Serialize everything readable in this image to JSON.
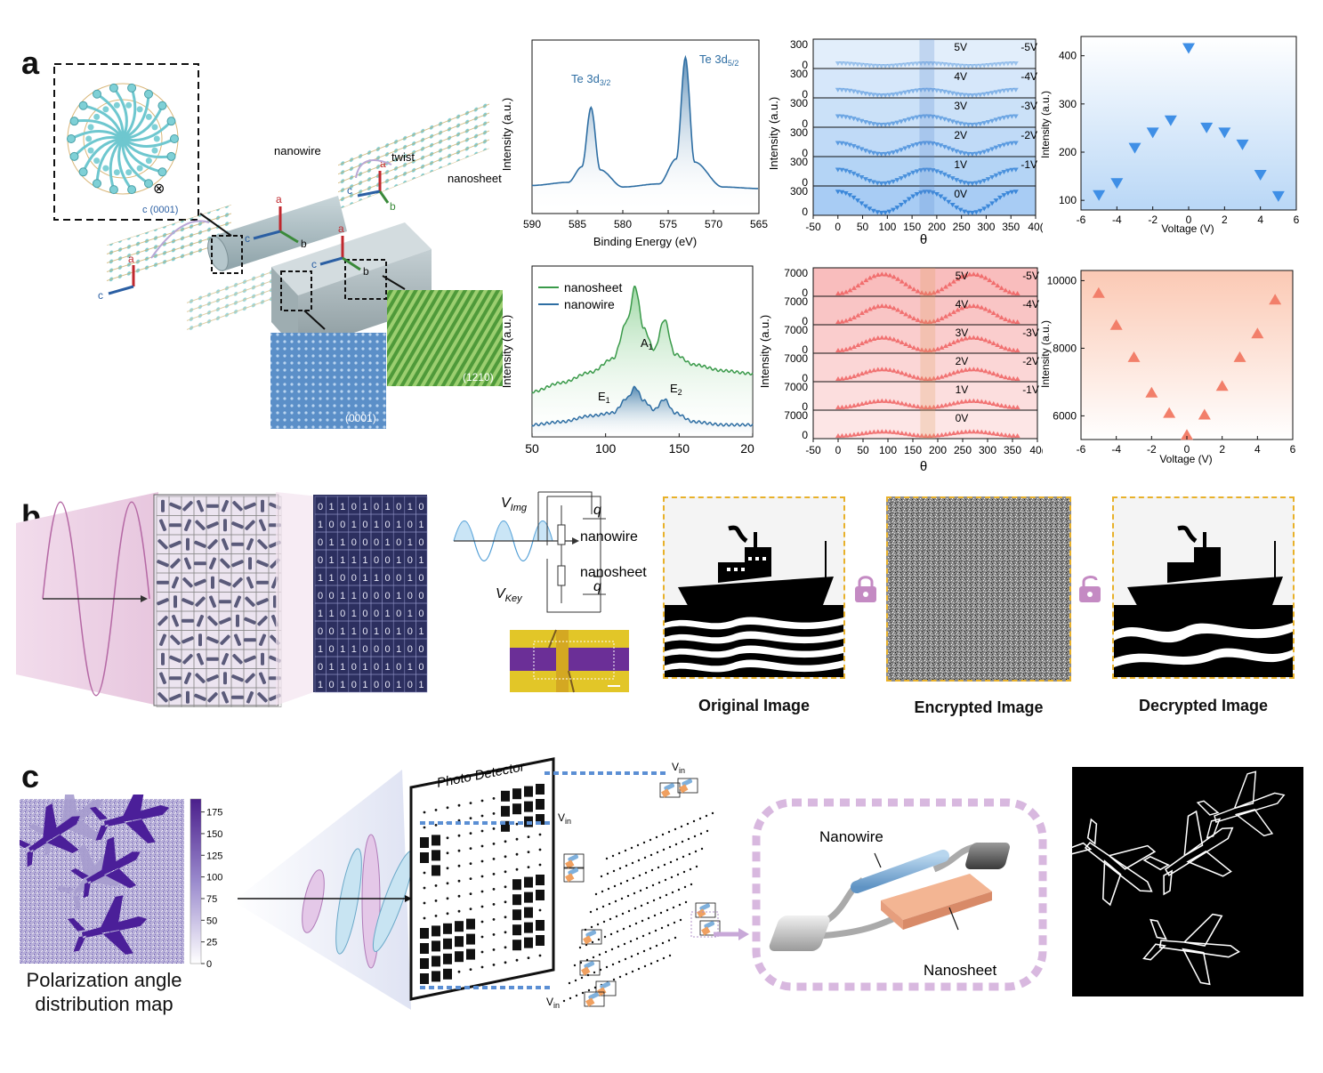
{
  "panels": {
    "a": "a",
    "b": "b",
    "c": "c"
  },
  "panel_a": {
    "labels": {
      "nanowire": "nanowire",
      "twist": "twist",
      "nanosheet": "nanosheet",
      "c0001": "c (0001)",
      "facet_0001": "(0001)",
      "facet_1210": "(1210)",
      "axis_a": "a",
      "axis_b": "b",
      "axis_c": "c"
    }
  },
  "chart_data": [
    {
      "id": "xps",
      "type": "line",
      "xlabel": "Binding Energy (eV)",
      "ylabel": "Intensity (a.u.)",
      "xlim": [
        590,
        565
      ],
      "x_ticks": [
        "590",
        "585",
        "580",
        "575",
        "570",
        "565"
      ],
      "peaks": [
        {
          "label_main": "Te 3d",
          "label_sub": "3/2",
          "x": 583.5
        },
        {
          "label_main": "Te 3d",
          "label_sub": "5/2",
          "x": 573.1
        }
      ],
      "series": [
        {
          "values_x": [
            590,
            586,
            584.5,
            583.5,
            582.5,
            580,
            576,
            574.1,
            573.1,
            572.1,
            569,
            565
          ],
          "values_y": [
            0.18,
            0.2,
            0.3,
            0.68,
            0.28,
            0.17,
            0.19,
            0.35,
            1.0,
            0.33,
            0.17,
            0.16
          ]
        }
      ]
    },
    {
      "id": "raman",
      "type": "line",
      "xlabel": "",
      "ylabel": "Intensity (a.u.)",
      "xlim": [
        50,
        200
      ],
      "x_ticks": [
        "50",
        "100",
        "150",
        "20"
      ],
      "legend": [
        "nanosheet",
        "nanowire"
      ],
      "annotations": [
        {
          "main": "A",
          "sub": "1"
        },
        {
          "main": "E",
          "sub": "1"
        },
        {
          "main": "E",
          "sub": "2"
        }
      ],
      "series": [
        {
          "name": "nanosheet",
          "values_x": [
            50,
            70,
            90,
            105,
            115,
            120,
            126,
            133,
            140,
            147,
            160,
            180,
            200
          ],
          "values_y": [
            0.3,
            0.36,
            0.43,
            0.52,
            0.78,
            1.0,
            0.72,
            0.58,
            0.78,
            0.55,
            0.48,
            0.44,
            0.42
          ]
        },
        {
          "name": "nanowire",
          "values_x": [
            50,
            70,
            90,
            105,
            115,
            120,
            126,
            133,
            140,
            147,
            160,
            180,
            200
          ],
          "values_y": [
            0.08,
            0.1,
            0.14,
            0.16,
            0.26,
            0.33,
            0.24,
            0.18,
            0.25,
            0.16,
            0.1,
            0.08,
            0.08
          ]
        }
      ]
    },
    {
      "id": "polar_blue",
      "type": "scatter",
      "xlabel": "θ",
      "ylabel": "Intensity (a.u.)",
      "xlim": [
        -50,
        400
      ],
      "x_ticks": [
        "-50",
        "0",
        "50",
        "100",
        "150",
        "200",
        "250",
        "300",
        "350",
        "40("
      ],
      "y_ticks": [
        "0",
        "300"
      ],
      "rows": [
        {
          "pos": "5V",
          "neg": "-5V",
          "amp": 0.12
        },
        {
          "pos": "4V",
          "neg": "-4V",
          "amp": 0.25
        },
        {
          "pos": "3V",
          "neg": "-3V",
          "amp": 0.38
        },
        {
          "pos": "2V",
          "neg": "-2V",
          "amp": 0.5
        },
        {
          "pos": "1V",
          "neg": "-1V",
          "amp": 0.62
        },
        {
          "pos": "0V",
          "neg": "",
          "amp": 0.95
        }
      ],
      "color": "#2f7fd6"
    },
    {
      "id": "voltage_blue",
      "type": "scatter",
      "xlabel": "Voltage (V)",
      "ylabel": "Intensity (a.u.)",
      "xlim": [
        -6,
        6
      ],
      "ylim": [
        80,
        440
      ],
      "x_ticks": [
        "-6",
        "-4",
        "-2",
        "0",
        "2",
        "4",
        "6"
      ],
      "y_ticks": [
        "100",
        "200",
        "300",
        "400"
      ],
      "x": [
        -5,
        -4,
        -3,
        -2,
        -1,
        0,
        1,
        2,
        3,
        4,
        5
      ],
      "values": [
        110,
        135,
        208,
        240,
        265,
        415,
        250,
        240,
        215,
        152,
        108
      ],
      "color": "#3f8fe6"
    },
    {
      "id": "polar_red",
      "type": "scatter",
      "xlabel": "θ",
      "ylabel": "Intensity (a.u.)",
      "xlim": [
        -50,
        400
      ],
      "x_ticks": [
        "-50",
        "0",
        "50",
        "100",
        "150",
        "200",
        "250",
        "300",
        "350",
        "40("
      ],
      "y_ticks": [
        "0",
        "7000"
      ],
      "rows": [
        {
          "pos": "5V",
          "neg": "-5V",
          "amp": 0.9
        },
        {
          "pos": "4V",
          "neg": "-4V",
          "amp": 0.75
        },
        {
          "pos": "3V",
          "neg": "-3V",
          "amp": 0.6
        },
        {
          "pos": "2V",
          "neg": "-2V",
          "amp": 0.45
        },
        {
          "pos": "1V",
          "neg": "-1V",
          "amp": 0.3
        },
        {
          "pos": "0V",
          "neg": "",
          "amp": 0.2
        }
      ],
      "color": "#ef5a5a"
    },
    {
      "id": "voltage_red",
      "type": "scatter",
      "xlabel": "Voltage (V)",
      "ylabel": "Intensity (a.u.)",
      "xlim": [
        -6,
        6
      ],
      "ylim": [
        5300,
        10300
      ],
      "x_ticks": [
        "-6",
        "-4",
        "-2",
        "0",
        "2",
        "4",
        "6"
      ],
      "y_ticks": [
        "6000",
        "8000",
        "10000"
      ],
      "x": [
        -5,
        -4,
        -3,
        -2,
        -1,
        0,
        1,
        2,
        3,
        4,
        5
      ],
      "values": [
        9650,
        8700,
        7750,
        6700,
        6100,
        5450,
        6050,
        6900,
        7750,
        8450,
        9450
      ],
      "color": "#f27f6a"
    }
  ],
  "panel_b": {
    "circuit": {
      "v_img": "V",
      "v_img_sub": "Img",
      "v_key": "V",
      "v_key_sub": "Key",
      "q": "q",
      "q_bar": "q",
      "nanowire": "nanowire",
      "nanosheet": "nanosheet"
    },
    "matrix_rows": [
      "0110101010",
      "1001010101",
      "0110001010",
      "0111100101",
      "1100110010",
      "0011000100",
      "1101001010",
      "0011010101",
      "1011000100",
      "0110101010",
      "1010100101"
    ],
    "captions": {
      "original": "Original Image",
      "encrypted": "Encrypted Image",
      "decrypted": "Decrypted Image"
    }
  },
  "panel_c": {
    "colorbar_ticks": [
      "175",
      "150",
      "125",
      "100",
      "75",
      "50",
      "25",
      "0"
    ],
    "map_caption_line1": "Polarization angle",
    "map_caption_line2": "distribution map",
    "photo_detector": "Photo Detector",
    "vin": "V",
    "vin_sub": "in",
    "nanowire": "Nanowire",
    "nanosheet": "Nanosheet"
  }
}
